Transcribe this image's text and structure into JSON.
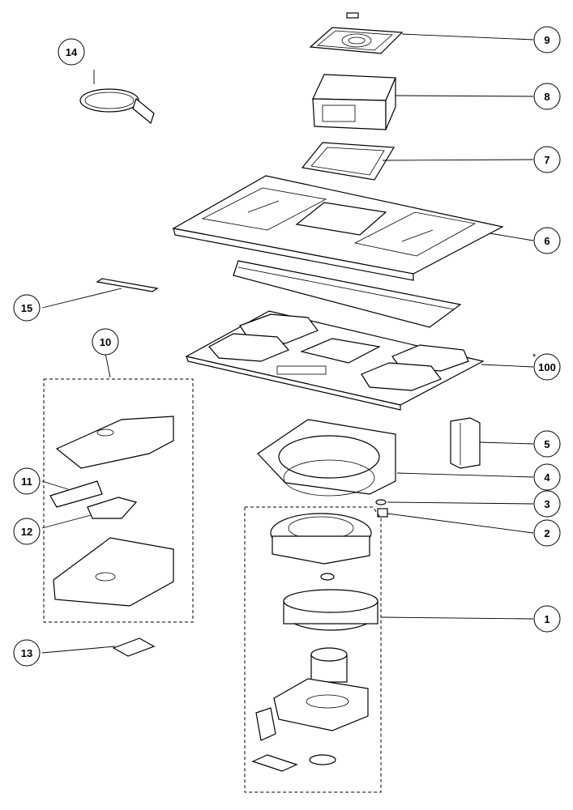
{
  "callouts": {
    "c1": "1",
    "c2": "2",
    "c3": "3",
    "c4": "4",
    "c5": "5",
    "c6": "6",
    "c7": "7",
    "c8": "8",
    "c9": "9",
    "c10": "10",
    "c11": "11",
    "c12": "12",
    "c13": "13",
    "c14": "14",
    "c15": "15",
    "c100": "100"
  },
  "marker": "*"
}
